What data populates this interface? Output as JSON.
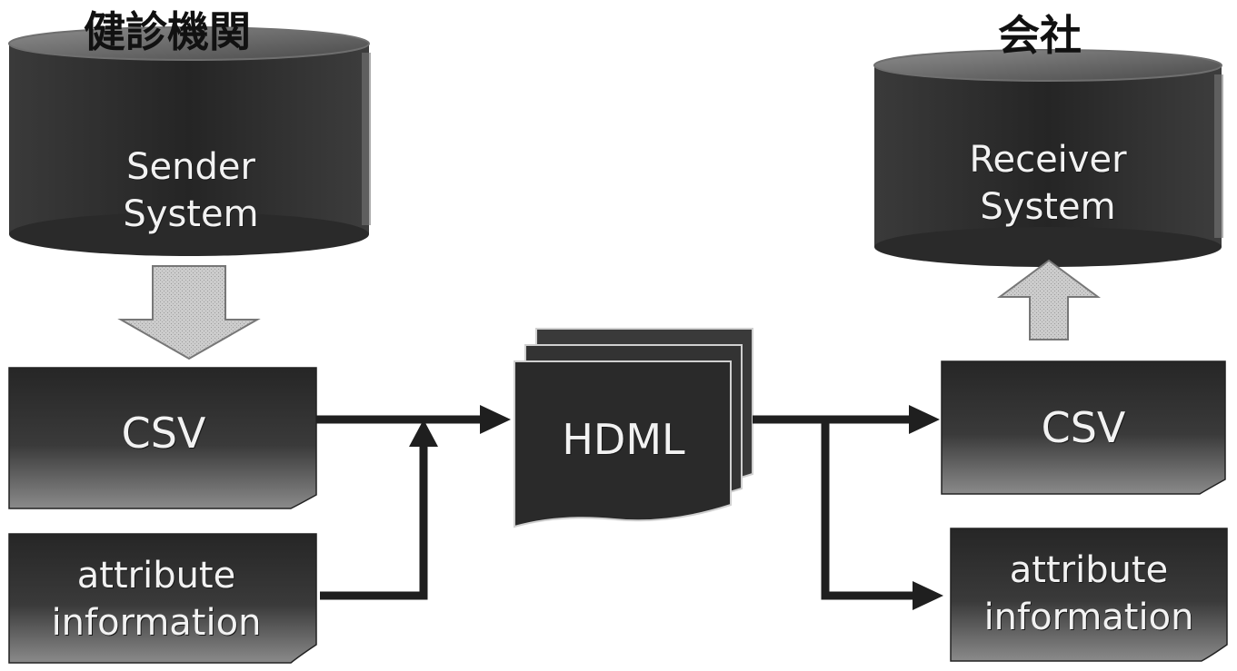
{
  "headings": {
    "sender_org": "健診機関",
    "receiver_org": "会社"
  },
  "sender_system": {
    "line1": "Sender",
    "line2": "System"
  },
  "receiver_system": {
    "line1": "Receiver",
    "line2": "System"
  },
  "sender_csv": "CSV",
  "sender_attribute": {
    "line1": "attribute",
    "line2": "information"
  },
  "hdml": "HDML",
  "receiver_csv": "CSV",
  "receiver_attribute": {
    "line1": "attribute",
    "line2": "information"
  },
  "colors": {
    "shape_fill": "#2b2b2b",
    "shape_fill_light": "#6a6a6a",
    "arrow_line": "#1f1f1f",
    "block_arrow_fill": "#cfcfcf",
    "text_on_shape": "#f2f2f2"
  }
}
